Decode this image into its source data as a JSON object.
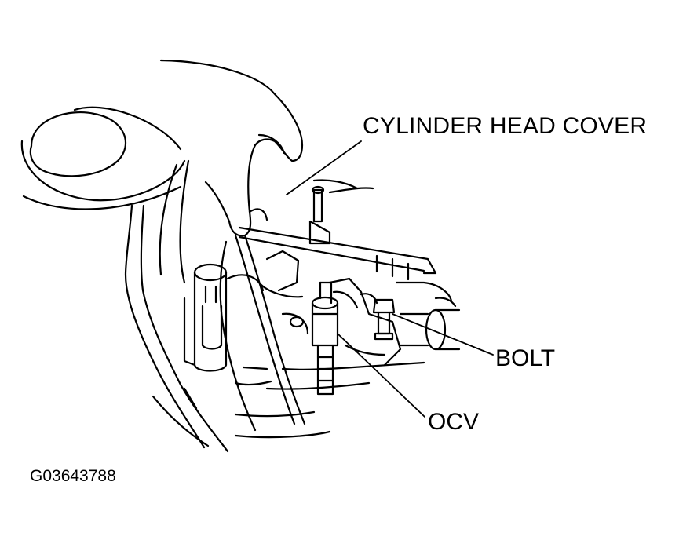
{
  "labels": {
    "cylinder_head_cover": "CYLINDER HEAD COVER",
    "bolt": "BOLT",
    "ocv": "OCV"
  },
  "figure_id": "G03643788",
  "colors": {
    "ink": "#000000",
    "background": "#ffffff"
  }
}
